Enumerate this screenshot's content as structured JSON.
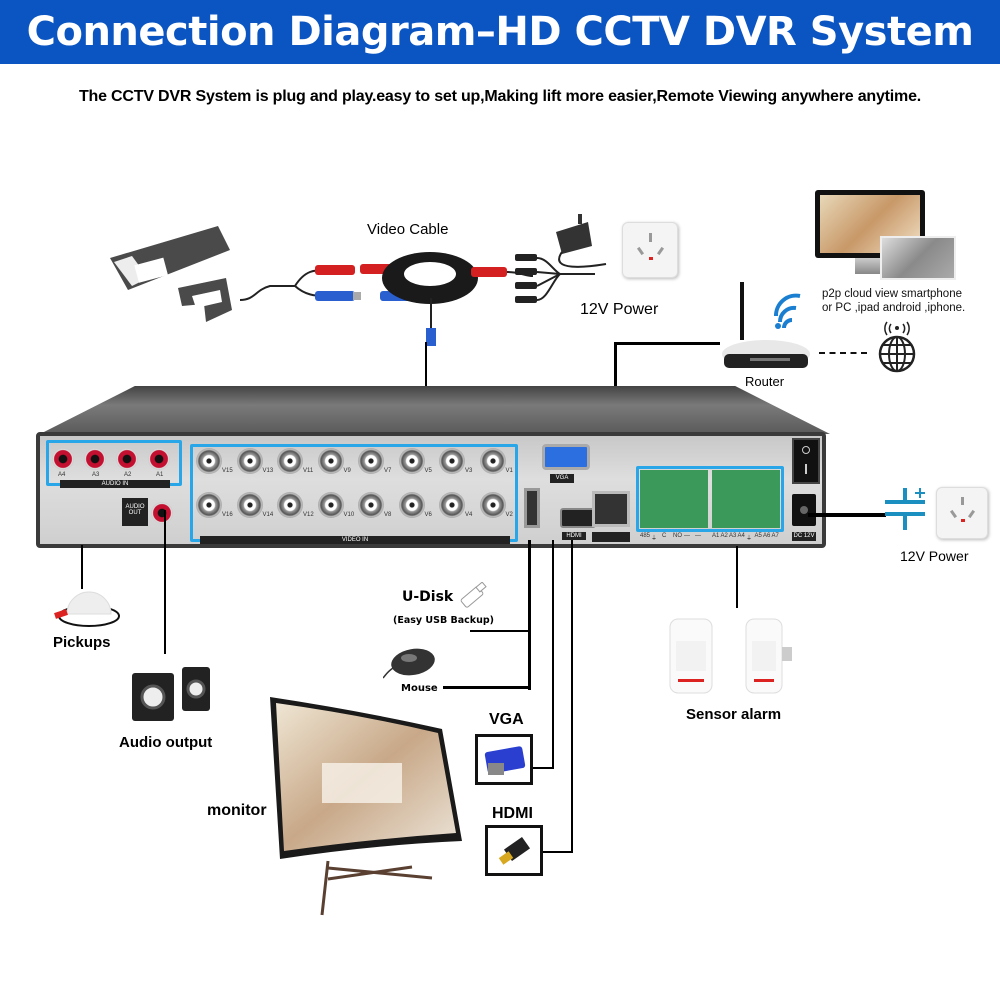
{
  "header": {
    "title": "Connection Diagram–HD CCTV DVR System",
    "subtitle": "The CCTV DVR System is plug and play.easy to set up,Making lift more easier,Remote Viewing anywhere anytime."
  },
  "colors": {
    "banner": "#0a55c2",
    "highlight": "#29a6e8",
    "connector_red": "#c41030",
    "terminal_green": "#3b9a5a"
  },
  "components": {
    "video_cable": "Video Cable",
    "power_top": "12V Power",
    "router": "Router",
    "p2p_line1": "p2p cloud view smartphone",
    "p2p_line2": "or PC ,ipad android ,iphone.",
    "power_right": "12V Power",
    "pickups": "Pickups",
    "audio_output": "Audio output",
    "u_disk": "U-Disk",
    "u_disk_note": "(Easy USB Backup)",
    "mouse": "Mouse",
    "vga": "VGA",
    "hdmi": "HDMI",
    "monitor": "monitor",
    "sensor_alarm": "Sensor alarm"
  },
  "dvr_panel": {
    "audio_in_ports": [
      "A4",
      "A3",
      "A2",
      "A1"
    ],
    "audio_in_label": "AUDIO IN",
    "audio_out_label_1": "AUDIO",
    "audio_out_label_2": "OUT",
    "video_in_top": [
      "V15",
      "V13",
      "V11",
      "V9",
      "V7",
      "V5",
      "V3",
      "V1"
    ],
    "video_in_bottom": [
      "V16",
      "V14",
      "V12",
      "V10",
      "V8",
      "V6",
      "V4",
      "V2"
    ],
    "video_in_label": "VIDEO IN",
    "vga_port_label": "VGA",
    "hdmi_port_label": "HDMI",
    "dc_label": "DC 12V",
    "alarm_labels_left": [
      "485",
      "⏚",
      "C",
      "NO",
      "—",
      "—"
    ],
    "alarm_labels_right": [
      "A1",
      "A2",
      "A3",
      "A4",
      "⏚",
      "A5",
      "A6",
      "A7"
    ]
  }
}
